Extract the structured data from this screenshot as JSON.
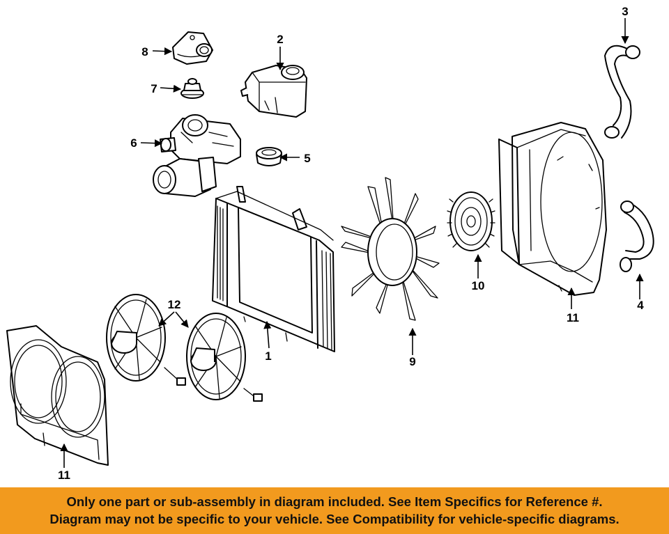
{
  "parts": [
    {
      "name": "radiator",
      "label": "1"
    },
    {
      "name": "coolant-reservoir",
      "label": "2"
    },
    {
      "name": "upper-hose",
      "label": "3"
    },
    {
      "name": "lower-hose",
      "label": "4"
    },
    {
      "name": "reservoir-cap",
      "label": "5"
    },
    {
      "name": "water-pump",
      "label": "6"
    },
    {
      "name": "thermostat",
      "label": "7"
    },
    {
      "name": "thermostat-housing",
      "label": "8"
    },
    {
      "name": "fan-blade",
      "label": "9"
    },
    {
      "name": "fan-clutch",
      "label": "10"
    },
    {
      "name": "fan-shroud-rear",
      "label": "11"
    },
    {
      "name": "electric-fans",
      "label": "12"
    },
    {
      "name": "fan-shroud-front",
      "label": "11"
    }
  ],
  "banner": {
    "line1": "Only one part or sub-assembly in diagram included. See Item Specifics for Reference #.",
    "line2": "Diagram may not be specific to your vehicle. See Compatibility for vehicle-specific diagrams."
  },
  "colors": {
    "banner_bg": "#f29a1e",
    "line": "#000000",
    "background": "#ffffff"
  }
}
